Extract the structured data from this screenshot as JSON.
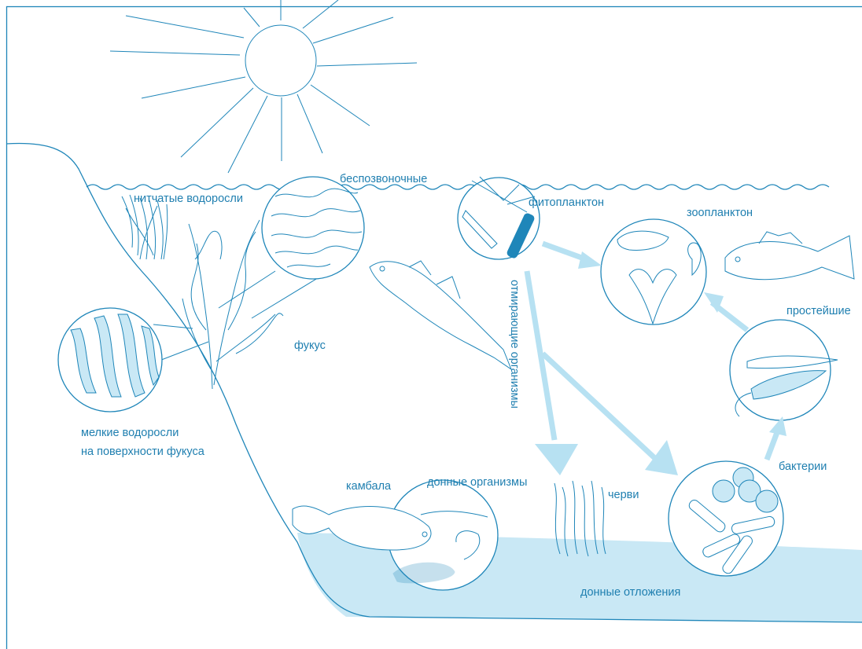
{
  "labels": {
    "invertebrates": "беспозвоночные",
    "filamentous_algae": "нитчатые водоросли",
    "fucus": "фукус",
    "small_algae_line1": "мелкие водоросли",
    "small_algae_line2": "на поверхности фукуса",
    "phytoplankton": "фитопланктон",
    "zooplankton": "зоопланктон",
    "protozoa": "простейшие",
    "dying_organisms": "отмирающие организмы",
    "bacteria": "бактерии",
    "flounder": "камбала",
    "benthic_organisms": "донные организмы",
    "worms": "черви",
    "sediments": "донные отложения"
  },
  "colors": {
    "line": "#1f86b9",
    "text": "#1f7fb0",
    "water_sediment": "#c9e8f5",
    "arrow": "#b7e1f2"
  }
}
